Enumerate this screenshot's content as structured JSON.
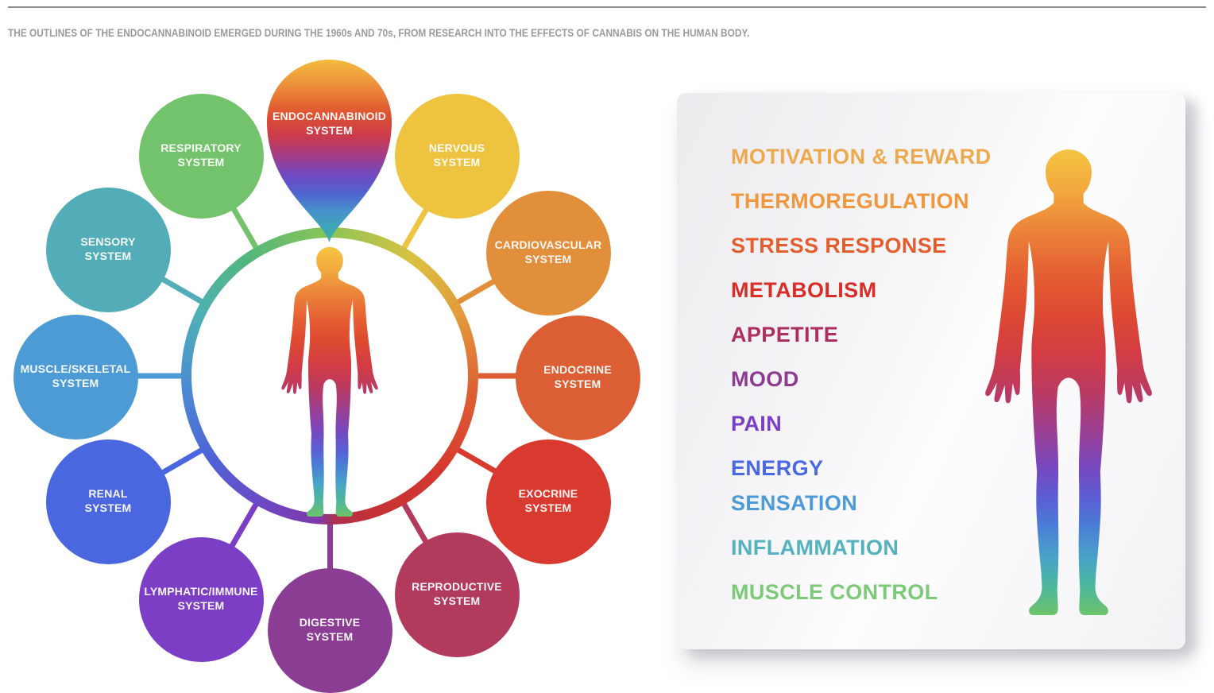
{
  "header": {
    "text": "THE OUTLINES OF THE ENDOCANNABINOID EMERGED DURING THE 1960s AND 70s, FROM RESEARCH INTO THE EFFECTS OF CANNABIS ON THE HUMAN BODY."
  },
  "wheel": {
    "hub": {
      "label_lines": [
        "ENDOCANNABINOID",
        "SYSTEM"
      ],
      "gradient": [
        "#f4bc40",
        "#ec8c3a",
        "#de5230",
        "#cb3b4e",
        "#a13c88",
        "#7149c2",
        "#5063d0",
        "#4692cb",
        "#3ab3a3"
      ]
    },
    "systems": [
      {
        "label_lines": [
          "NERVOUS",
          "SYSTEM"
        ],
        "color": "#eec33f"
      },
      {
        "label_lines": [
          "CARDIOVASCULAR",
          "SYSTEM"
        ],
        "color": "#e28f3b"
      },
      {
        "label_lines": [
          "ENDOCRINE",
          "SYSTEM"
        ],
        "color": "#dc5e35"
      },
      {
        "label_lines": [
          "EXOCRINE",
          "SYSTEM"
        ],
        "color": "#d93a30"
      },
      {
        "label_lines": [
          "REPRODUCTIVE",
          "SYSTEM"
        ],
        "color": "#b23b5d"
      },
      {
        "label_lines": [
          "DIGESTIVE",
          "SYSTEM"
        ],
        "color": "#8b3d93"
      },
      {
        "label_lines": [
          "LYMPHATIC/IMMUNE",
          "SYSTEM"
        ],
        "color": "#7b3ec4"
      },
      {
        "label_lines": [
          "RENAL",
          "SYSTEM"
        ],
        "color": "#4b67df"
      },
      {
        "label_lines": [
          "MUSCLE/SKELETAL",
          "SYSTEM"
        ],
        "color": "#4d9bd5"
      },
      {
        "label_lines": [
          "SENSORY",
          "SYSTEM"
        ],
        "color": "#52adb9"
      },
      {
        "label_lines": [
          "RESPIRATORY",
          "SYSTEM"
        ],
        "color": "#72c36b"
      }
    ]
  },
  "functions": {
    "items": [
      {
        "label": "MOTIVATION & REWARD",
        "color": "#eda94d"
      },
      {
        "label": "THERMOREGULATION",
        "color": "#f0973d"
      },
      {
        "label": "STRESS RESPONSE",
        "color": "#e55c2d"
      },
      {
        "label": "METABOLISM",
        "color": "#d92d27"
      },
      {
        "label": "APPETITE",
        "color": "#ae2e5f"
      },
      {
        "label": "MOOD",
        "color": "#8d3a91"
      },
      {
        "label": "PAIN",
        "color": "#7a3fc6"
      },
      {
        "label": "ENERGY",
        "color": "#4a68e2"
      },
      {
        "label": "SENSATION",
        "color": "#4d9ad8"
      },
      {
        "label": "INFLAMMATION",
        "color": "#54b2be"
      },
      {
        "label": "MUSCLE CONTROL",
        "color": "#7cca77"
      }
    ]
  }
}
